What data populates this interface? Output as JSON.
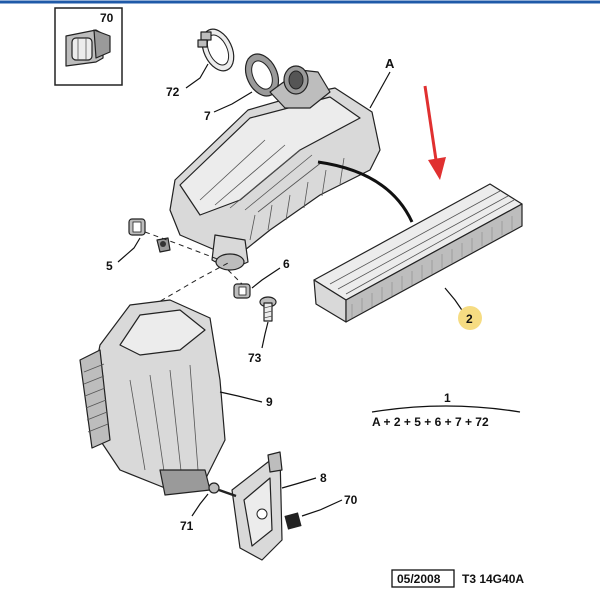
{
  "labels": {
    "inset_70": "70",
    "a": "A",
    "p72": "72",
    "p7": "7",
    "p5": "5",
    "p6": "6",
    "p73": "73",
    "p2": "2",
    "p9": "9",
    "p8": "8",
    "p70": "70",
    "p71": "71"
  },
  "kit": {
    "number": "1",
    "formula": "A + 2 + 5 + 6 + 7 + 72"
  },
  "footer": {
    "date": "05/2008",
    "ref": "T3 14G40A"
  },
  "colors": {
    "arrow": "#e03030",
    "highlight": "#f6dc82",
    "parts": "#d9d9d9",
    "ink": "#111111",
    "top_rule": "#1f5aa8"
  },
  "icons": [
    "down-arrow-indicator",
    "clip-icon",
    "collar-icon",
    "seal-ring-icon"
  ]
}
